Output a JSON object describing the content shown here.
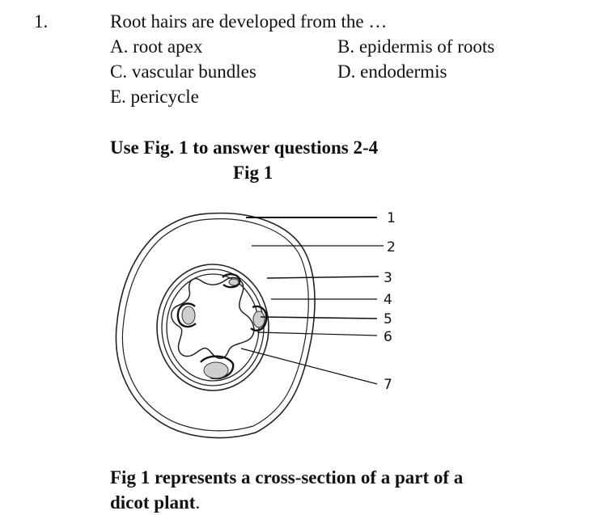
{
  "question": {
    "number": "1.",
    "text": "Root hairs are developed from the …",
    "options": {
      "a": "A. root apex",
      "b": "B. epidermis of roots",
      "c": "C. vascular bundles",
      "d": "D. endodermis",
      "e": "E. pericycle"
    }
  },
  "instruction": "Use Fig. 1 to answer questions 2-4",
  "figure": {
    "title": "Fig 1",
    "labels": [
      "1",
      "2",
      "3",
      "4",
      "5",
      "6",
      "7"
    ]
  },
  "caption": {
    "line1": "Fig 1 represents a cross-section of a part of a",
    "line2": "dicot plant",
    "end": "."
  }
}
